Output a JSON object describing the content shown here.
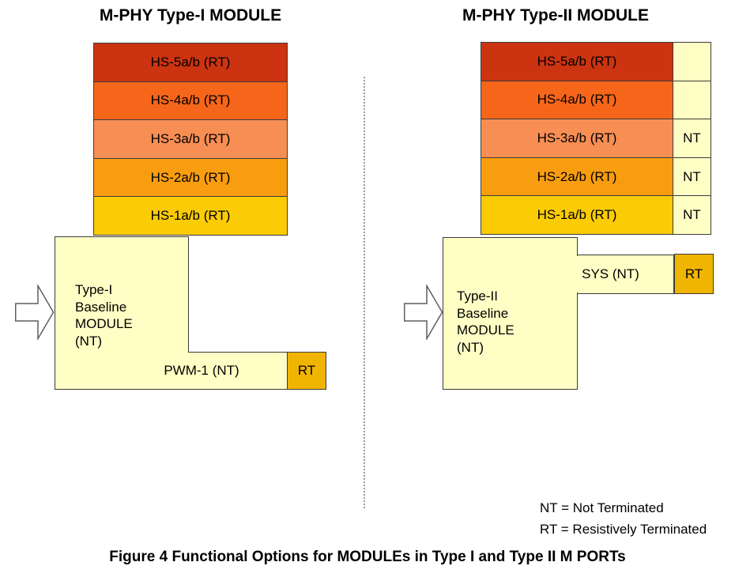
{
  "figure": {
    "caption": "Figure 4 Functional Options for MODULEs in Type I and Type II M PORTs"
  },
  "legend": {
    "line1": "NT = Not Terminated",
    "line2": "RT = Resistively Terminated"
  },
  "colors": {
    "cream": "#ffffc5",
    "rt_gold": "#f0b502"
  },
  "left": {
    "title": "M-PHY Type-I MODULE",
    "bars": [
      {
        "label": "HS-5a/b (RT)",
        "color": "#cc3311"
      },
      {
        "label": "HS-4a/b (RT)",
        "color": "#f6661a"
      },
      {
        "label": "HS-3a/b (RT)",
        "color": "#f78e53"
      },
      {
        "label": "HS-2a/b (RT)",
        "color": "#f99d10"
      },
      {
        "label": "HS-1a/b (RT)",
        "color": "#fbcb05"
      }
    ],
    "module_lines": [
      "Type-I",
      "Baseline",
      "MODULE",
      "(NT)"
    ],
    "pwm_label": "PWM-1 (NT)",
    "rt_label": "RT"
  },
  "right": {
    "title": "M-PHY Type-II MODULE",
    "bars": [
      {
        "label": "HS-5a/b (RT)",
        "color": "#cc3311",
        "side": ""
      },
      {
        "label": "HS-4a/b (RT)",
        "color": "#f6661a",
        "side": ""
      },
      {
        "label": "HS-3a/b (RT)",
        "color": "#f78e53",
        "side": "NT"
      },
      {
        "label": "HS-2a/b (RT)",
        "color": "#f99d10",
        "side": "NT"
      },
      {
        "label": "HS-1a/b (RT)",
        "color": "#fbcb05",
        "side": "NT"
      }
    ],
    "module_lines": [
      "Type-II",
      "Baseline",
      "MODULE",
      "(NT)"
    ],
    "sys_label": "SYS (NT)",
    "rt_label": "RT"
  }
}
